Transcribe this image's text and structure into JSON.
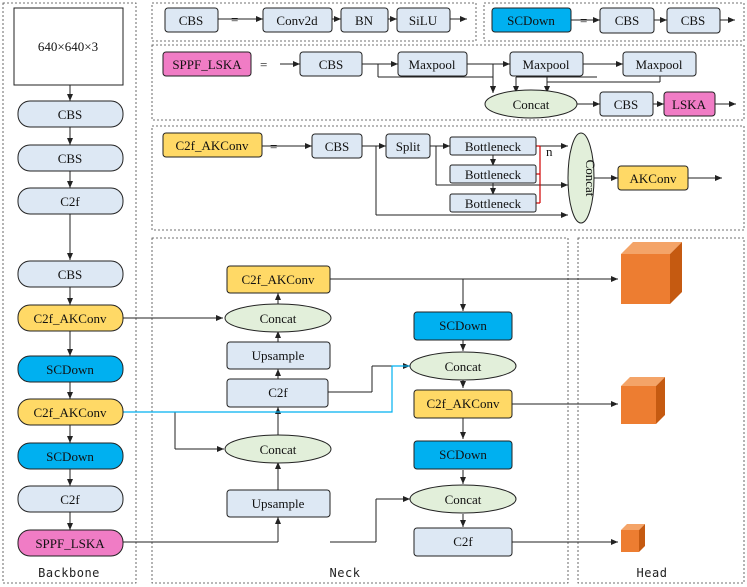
{
  "colors": {
    "cbs": "#dde8f4",
    "scdown": "#00b0f0",
    "akconv": "#ffd966",
    "sppf": "#f07cc5",
    "concat": "#e2efda",
    "cube_front": "#ed7d31",
    "cube_top": "#f4a468",
    "cube_side": "#c55a11",
    "stroke": "#222222",
    "cyan_line": "#00b0f0",
    "red_line": "#d00000"
  },
  "labels": {
    "input": "640×640×3",
    "cbs": "CBS",
    "c2f": "C2f",
    "c2f_akconv": "C2f_AKConv",
    "scdown": "SCDown",
    "sppf_lska": "SPPF_LSKA",
    "concat": "Concat",
    "upsample": "Upsample",
    "conv2d": "Conv2d",
    "bn": "BN",
    "silu": "SiLU",
    "maxpool": "Maxpool",
    "lska": "LSKA",
    "split": "Split",
    "bottleneck": "Bottleneck",
    "akconv": "AKConv",
    "eq": "=",
    "n": "n"
  },
  "sections": {
    "backbone": "Backbone",
    "neck": "Neck",
    "head": "Head"
  }
}
